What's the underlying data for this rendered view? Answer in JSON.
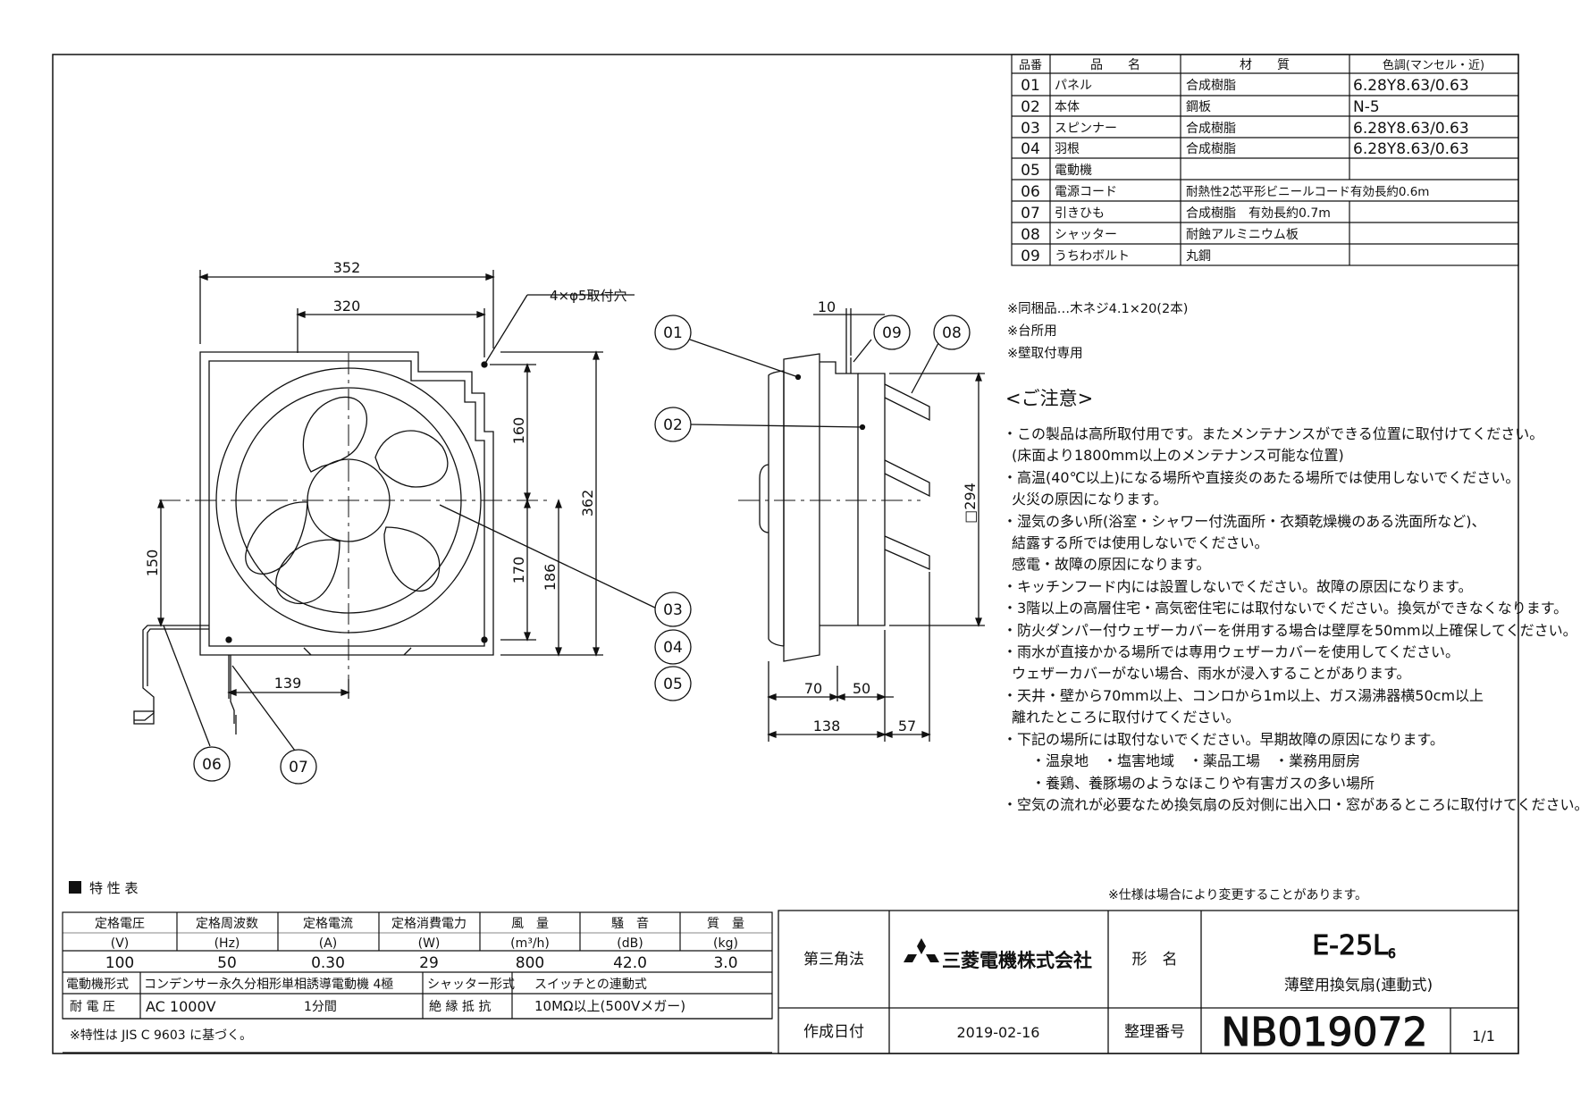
{
  "parts_table": {
    "headers": [
      "品番",
      "品　　名",
      "材　　質",
      "色調(マンセル・近)"
    ],
    "rows": [
      {
        "no": "01",
        "name": "パネル",
        "material": "合成樹脂",
        "color": "6.28Y8.63/0.63"
      },
      {
        "no": "02",
        "name": "本体",
        "material": "鋼板",
        "color": "N-5"
      },
      {
        "no": "03",
        "name": "スピンナー",
        "material": "合成樹脂",
        "color": "6.28Y8.63/0.63"
      },
      {
        "no": "04",
        "name": "羽根",
        "material": "合成樹脂",
        "color": "6.28Y8.63/0.63"
      },
      {
        "no": "05",
        "name": "電動機",
        "material": "",
        "color": ""
      },
      {
        "no": "06",
        "name": "電源コード",
        "material": "耐熱性2芯平形ビニールコード有効長約0.6m",
        "color": ""
      },
      {
        "no": "07",
        "name": "引きひも",
        "material": "合成樹脂　有効長約0.7m",
        "color": ""
      },
      {
        "no": "08",
        "name": "シャッター",
        "material": "耐蝕アルミニウム板",
        "color": ""
      },
      {
        "no": "09",
        "name": "うちわボルト",
        "material": "丸鋼",
        "color": ""
      }
    ]
  },
  "accessory_notes": [
    "※同梱品…木ネジ4.1×20(2本)",
    "※台所用",
    "※壁取付専用"
  ],
  "caution": {
    "title": "<ご注意>",
    "lines": [
      "・この製品は高所取付用です。またメンテナンスができる位置に取付けてください。",
      "(床面より1800mm以上のメンテナンス可能な位置)",
      "・高温(40℃以上)になる場所や直接炎のあたる場所では使用しないでください。",
      "火災の原因になります。",
      "・湿気の多い所(浴室・シャワー付洗面所・衣類乾燥機のある洗面所など)、",
      "結露する所では使用しないでください。",
      "感電・故障の原因になります。",
      "・キッチンフード内には設置しないでください。故障の原因になります。",
      "・3階以上の高層住宅・高気密住宅には取付ないでください。換気ができなくなります。",
      "・防火ダンパー付ウェザーカバーを併用する場合は壁厚を50mm以上確保してください。",
      "・雨水が直接かかる場所では専用ウェザーカバーを使用してください。",
      "ウェザーカバーがない場合、雨水が浸入することがあります。",
      "・天井・壁から70mm以上、コンロから1m以上、ガス湯沸器横50cm以上",
      "離れたところに取付けてください。",
      "・下記の場所には取付ないでください。早期故障の原因になります。",
      "・温泉地　・塩害地域　・薬品工場　・業務用厨房",
      "・養鶏、養豚場のようなほこりや有害ガスの多い場所",
      "・空気の流れが必要なため換気扇の反対側に出入口・窓があるところに取付けてください。"
    ]
  },
  "front_view": {
    "dims": {
      "width_outer": "352",
      "width_holes": "320",
      "height_upper": "160",
      "height_lower": "170",
      "height_center_bottom": "186",
      "height_total": "362",
      "cord_height": "150",
      "cord_offset": "139"
    },
    "hole_note": "4×φ5取付穴"
  },
  "side_view": {
    "dims": {
      "flange": "10",
      "diameter": "□294",
      "depth_front": "70",
      "depth_wall": "50",
      "depth_total": "138",
      "shutter": "57"
    }
  },
  "balloons": [
    "01",
    "02",
    "03",
    "04",
    "05",
    "06",
    "07",
    "08",
    "09"
  ],
  "spec": {
    "title": "特 性 表",
    "headers": [
      {
        "label": "定格電圧",
        "unit": "(V)"
      },
      {
        "label": "定格周波数",
        "unit": "(Hz)"
      },
      {
        "label": "定格電流",
        "unit": "(A)"
      },
      {
        "label": "定格消費電力",
        "unit": "(W)"
      },
      {
        "label": "風　量",
        "unit": "(m³/h)"
      },
      {
        "label": "騒　音",
        "unit": "(dB)"
      },
      {
        "label": "質　量",
        "unit": "(kg)"
      }
    ],
    "values": [
      "100",
      "50",
      "0.30",
      "29",
      "800",
      "42.0",
      "3.0"
    ],
    "motor_label": "電動機形式",
    "motor_value": "コンデンサー永久分相形単相誘導電動機 4極",
    "shutter_label": "シャッター形式",
    "shutter_value": "スイッチとの連動式",
    "withstand_label": "耐 電 圧",
    "withstand_value": "AC 1000V",
    "withstand_time": "1分間",
    "insulation_label": "絶 縁 抵 抗",
    "insulation_value": "10MΩ以上(500Vメガー)",
    "footnote": "※特性は JIS C 9603 に基づく。"
  },
  "spec_change_note": "※仕様は場合により変更することがあります。",
  "title_block": {
    "projection": "第三角法",
    "company": "三菱電機株式会社",
    "model_label": "形　名",
    "model": "E-25L",
    "model_sub": "6",
    "product_name": "薄壁用換気扇(連動式)",
    "date_label": "作成日付",
    "date": "2019-02-16",
    "number_label": "整理番号",
    "number": "NB019072",
    "sheet": "1/1"
  }
}
